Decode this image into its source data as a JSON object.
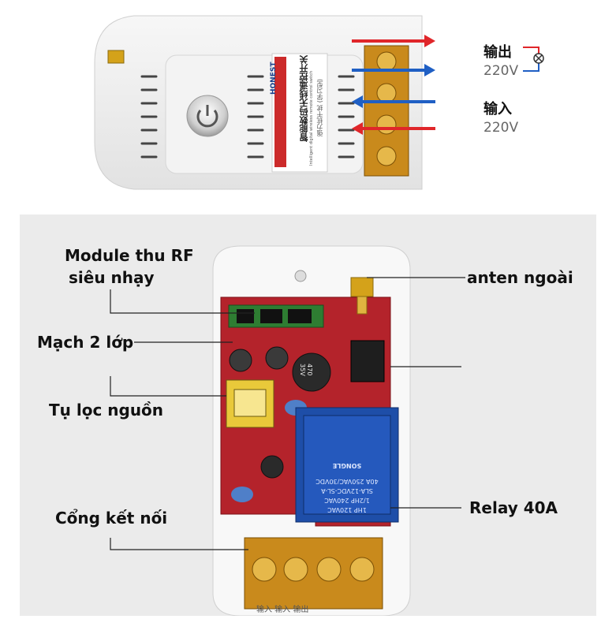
{
  "top_panel": {
    "brand": "HONEST",
    "brand_sub": "",
    "product_title_cn": "智能数码无线遥控开关",
    "product_sub_en": "Intelligent digital wireless remote control switch",
    "model_note_cn": "强力抗干扰 (学习型)",
    "output_label": "输出",
    "output_voltage": "220V",
    "input_label": "输入",
    "input_voltage": "220V"
  },
  "bottom_panel": {
    "labels": {
      "rf_module_line1": "Module thu RF",
      "rf_module_line2": "siêu nhạy",
      "antenna": "anten ngoài",
      "pcb": "Mạch 2 lớp",
      "filter_cap": "Tụ lọc nguồn",
      "connector": "Cổng kết nối",
      "relay": "Relay 40A"
    },
    "relay_text": {
      "line1": "1HP 120VAC",
      "line2": "1/2HP 240VAC",
      "line3": "SLA-12VDC-SL-A",
      "line4": "40A 250VAC/30VDC",
      "brand": "SONGLE"
    },
    "capacitor_text": {
      "value": "470",
      "voltage": "35V"
    },
    "terminal_bottom_text": "输入 输入 输出"
  },
  "colors": {
    "arrow_red": "#e0262a",
    "arrow_blue": "#1f5fc4",
    "pcb_red": "#b4232b",
    "relay_blue": "#1e4ea8",
    "terminal_orange": "#c98a1c"
  }
}
